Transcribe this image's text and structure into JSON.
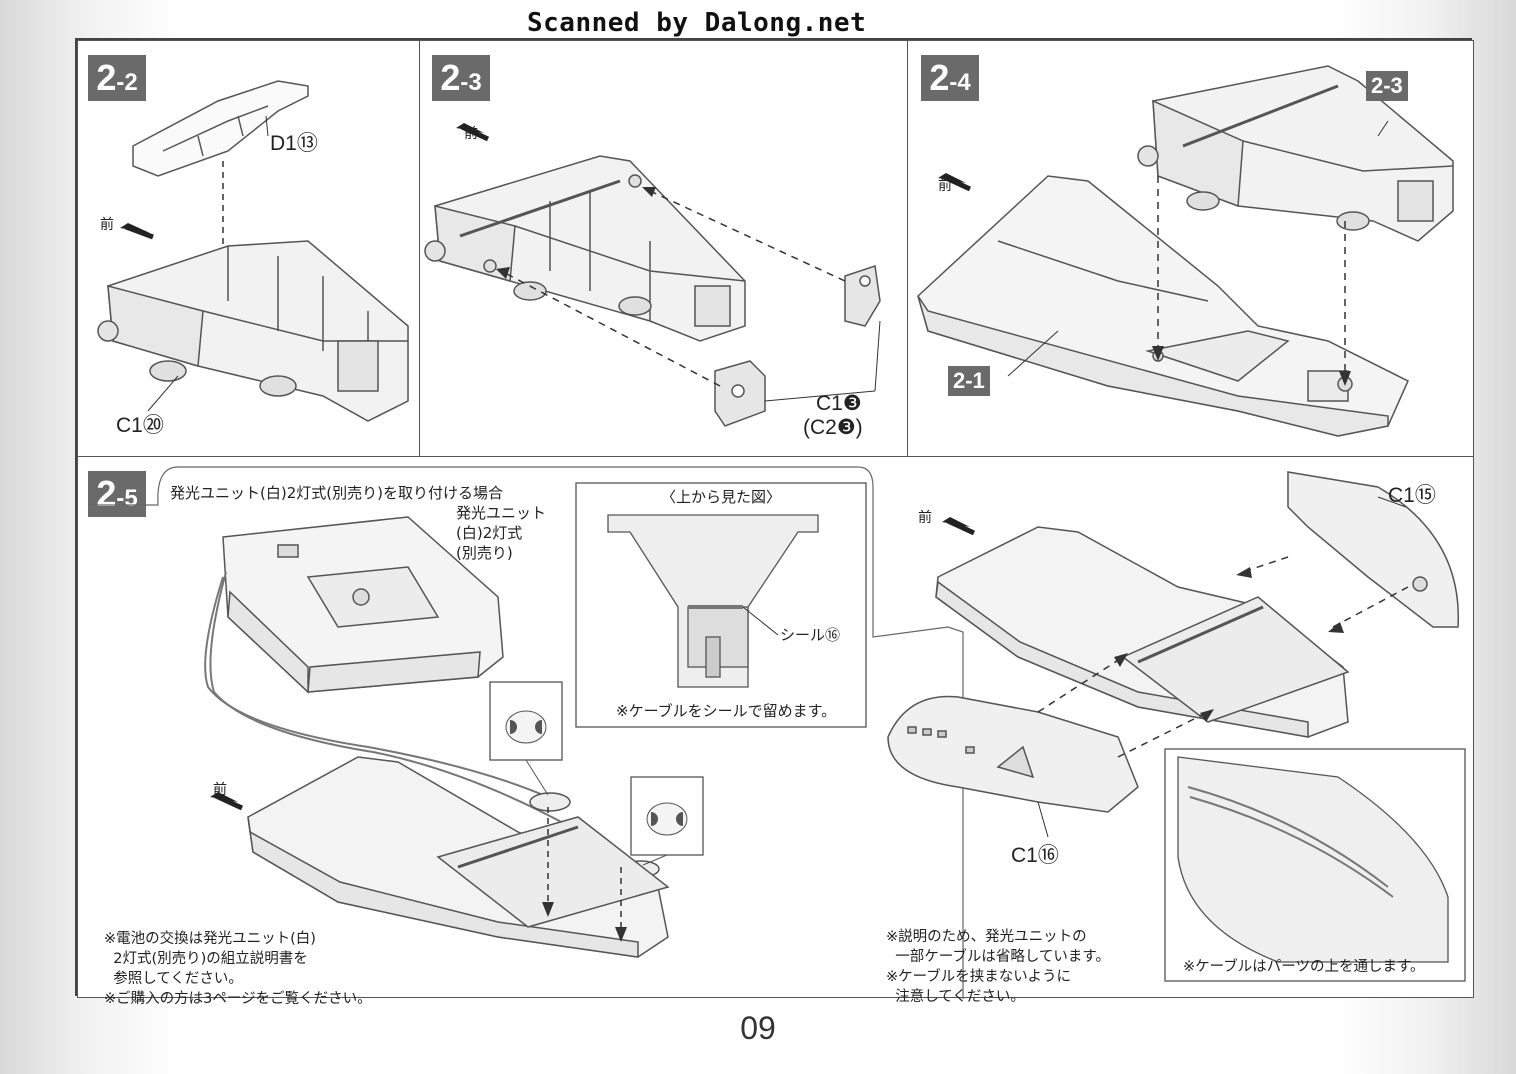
{
  "header": {
    "watermark": "Scanned by Dalong.net"
  },
  "front_label": "前",
  "steps": {
    "s22": {
      "num": "2",
      "sub": "-2",
      "labels": {
        "d1": "D1⑬",
        "c1": "C1⑳"
      }
    },
    "s23": {
      "num": "2",
      "sub": "-3",
      "labels": {
        "c1": "C1❸",
        "c2": "(C2❸)"
      }
    },
    "s24": {
      "num": "2",
      "sub": "-4",
      "refs": {
        "top": "2-3",
        "bottom": "2-1"
      }
    },
    "s25": {
      "num": "2",
      "sub": "-5",
      "title": "発光ユニット(白)2灯式(別売り)を取り付ける場合",
      "unit_label": "発光ユニット\n(白)2灯式\n(別売り)",
      "top_view": {
        "heading": "〈上から見た図〉",
        "seal_label": "シール⑯",
        "note": "※ケーブルをシールで留めます。"
      },
      "notes_left": "※電池の交換は発光ユニット(白)\n  2灯式(別売り)の組立説明書を\n  参照してください。\n※ご購入の方は3ページをご覧ください。",
      "labels": {
        "c1_15": "C1⑮",
        "c1_16": "C1⑯"
      },
      "notes_right": "※説明のため、発光ユニットの\n  一部ケーブルは省略しています。\n※ケーブルを挟まないように\n  注意してください。",
      "inset_note": "※ケーブルはパーツの上を通します。"
    }
  },
  "page_number": "09"
}
